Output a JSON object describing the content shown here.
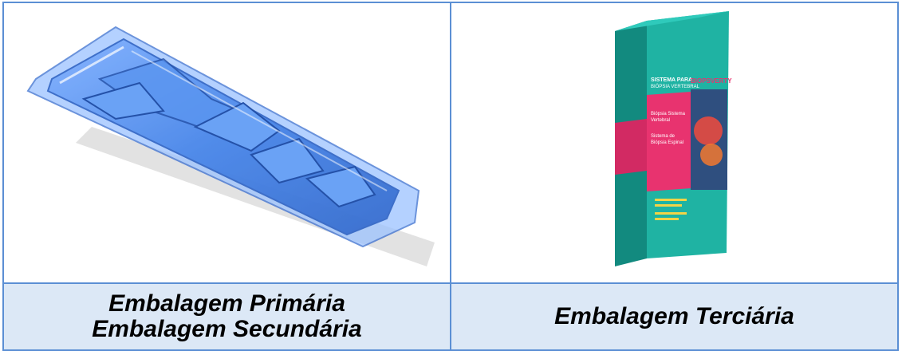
{
  "table": {
    "left": {
      "image": "blister-tray-image",
      "caption_line1": "Embalagem Primária",
      "caption_line2": "Embalagem Secundária"
    },
    "right": {
      "image": "product-box-image",
      "caption": "Embalagem Terciária",
      "box": {
        "title1": "SISTEMA PARA",
        "title2": "BIÓPSIA VERTEBRAL",
        "brand": "BIOPSVERTY",
        "pink_line1": "Biópsia Sistema",
        "pink_line2": "Vertebral",
        "pink_line3": "Sistema de",
        "pink_line4": "Biópsia Espinal"
      }
    }
  },
  "colors": {
    "border": "#5b8fd4",
    "caption_bg": "#dce8f6",
    "tray": "#3f7fe6",
    "box_teal": "#1fb3a3",
    "box_pink": "#e8336f"
  }
}
